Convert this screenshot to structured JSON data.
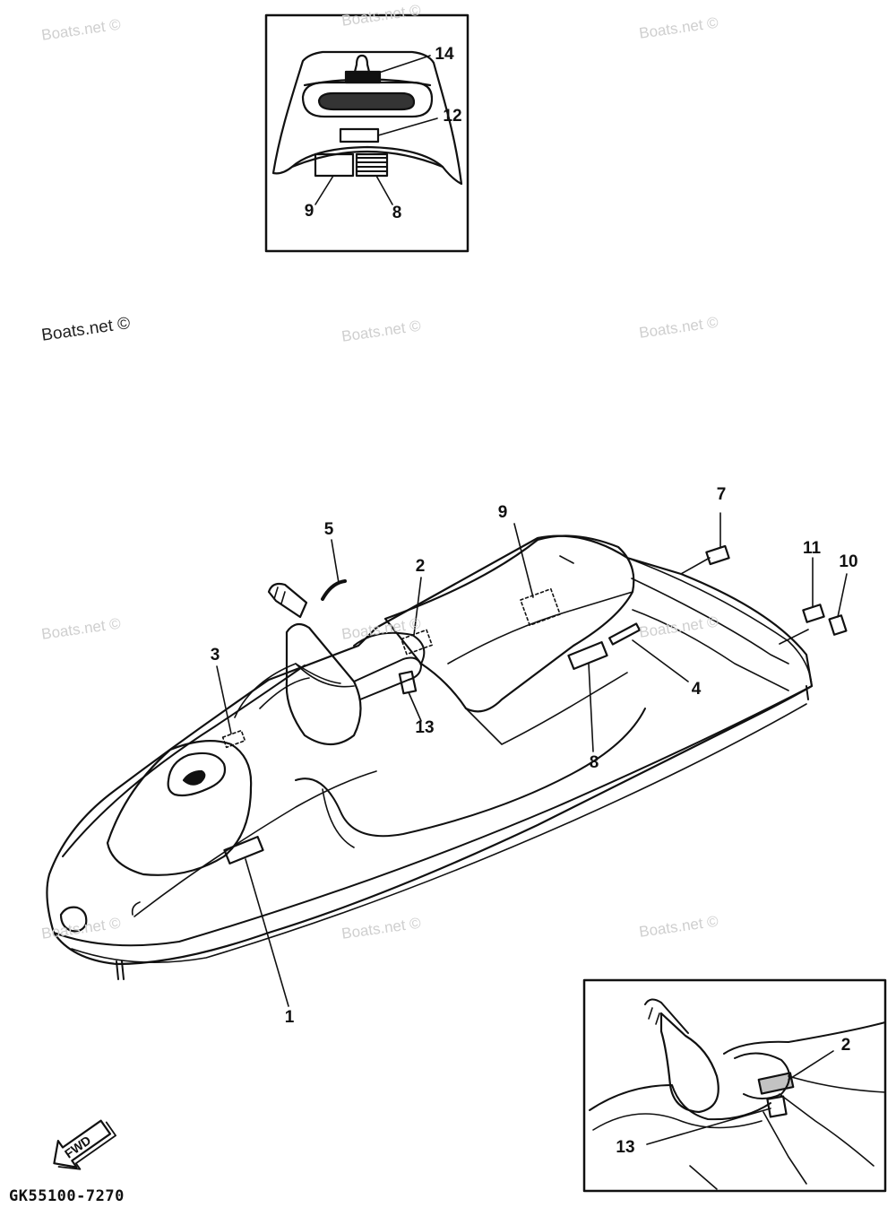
{
  "watermarks": [
    "Boats.net ©",
    "Boats.net ©",
    "Boats.net ©",
    "Boats.net ©",
    "Boats.net ©",
    "Boats.net ©",
    "Boats.net ©",
    "Boats.net ©",
    "Boats.net ©",
    "Boats.net ©",
    "Boats.net ©",
    "Boats.net ©"
  ],
  "inset_top": {
    "callouts": [
      "14",
      "12",
      "9",
      "8"
    ]
  },
  "main": {
    "callouts": [
      "7",
      "9",
      "5",
      "2",
      "11",
      "10",
      "3",
      "4",
      "13",
      "8",
      "1"
    ]
  },
  "inset_bottom": {
    "callouts": [
      "2",
      "13"
    ]
  },
  "fwd_arrow": {
    "label": "FWD"
  },
  "diagram_code": "GK55100-7270",
  "colors": {
    "line": "#111111",
    "watermark": "#cfcfcf"
  }
}
